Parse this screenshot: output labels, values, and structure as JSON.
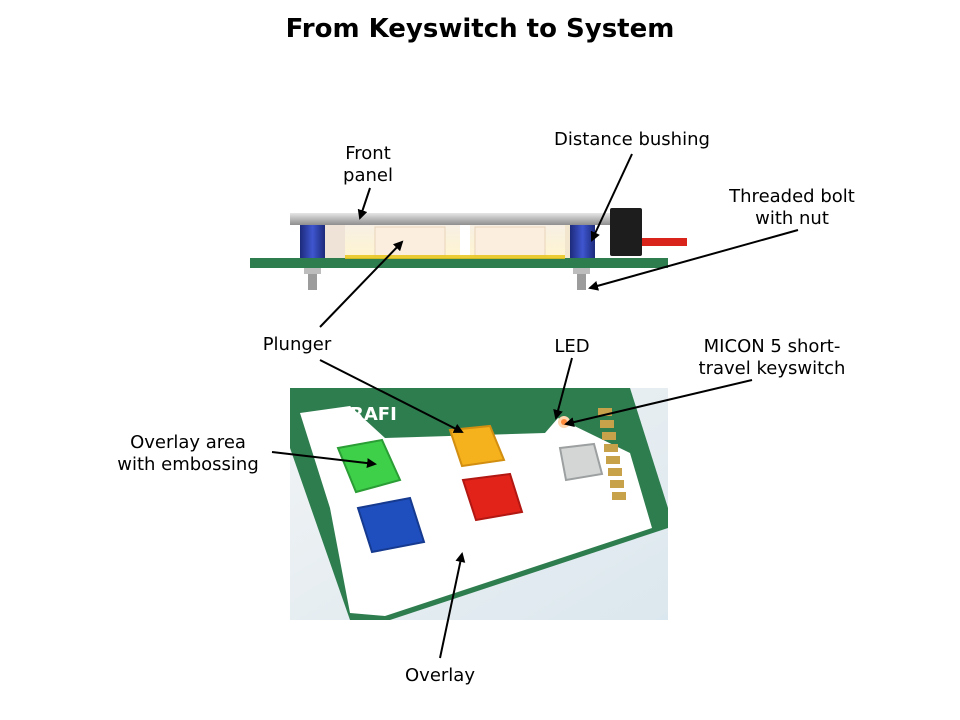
{
  "title": "From Keyswitch to System",
  "labels": {
    "front_panel_1": "Front",
    "front_panel_2": "panel",
    "distance_bushing": "Distance bushing",
    "threaded_bolt_1": "Threaded bolt",
    "threaded_bolt_2": "with nut",
    "plunger": "Plunger",
    "led": "LED",
    "micon_1": "MICON 5 short-",
    "micon_2": "travel keyswitch",
    "overlay_area_1": "Overlay area",
    "overlay_area_2": "with embossing",
    "overlay": "Overlay"
  },
  "pcb_print": "RAFI",
  "colors": {
    "pcb": "#2e7d4f",
    "key_green": "#3fd04a",
    "key_yellow": "#f6b21c",
    "key_red": "#e2231a",
    "key_blue": "#1f4fbf",
    "key_grey": "#d4d6d6",
    "bushing_blue": "#2a3fa8",
    "cable_red": "#d8241a"
  }
}
